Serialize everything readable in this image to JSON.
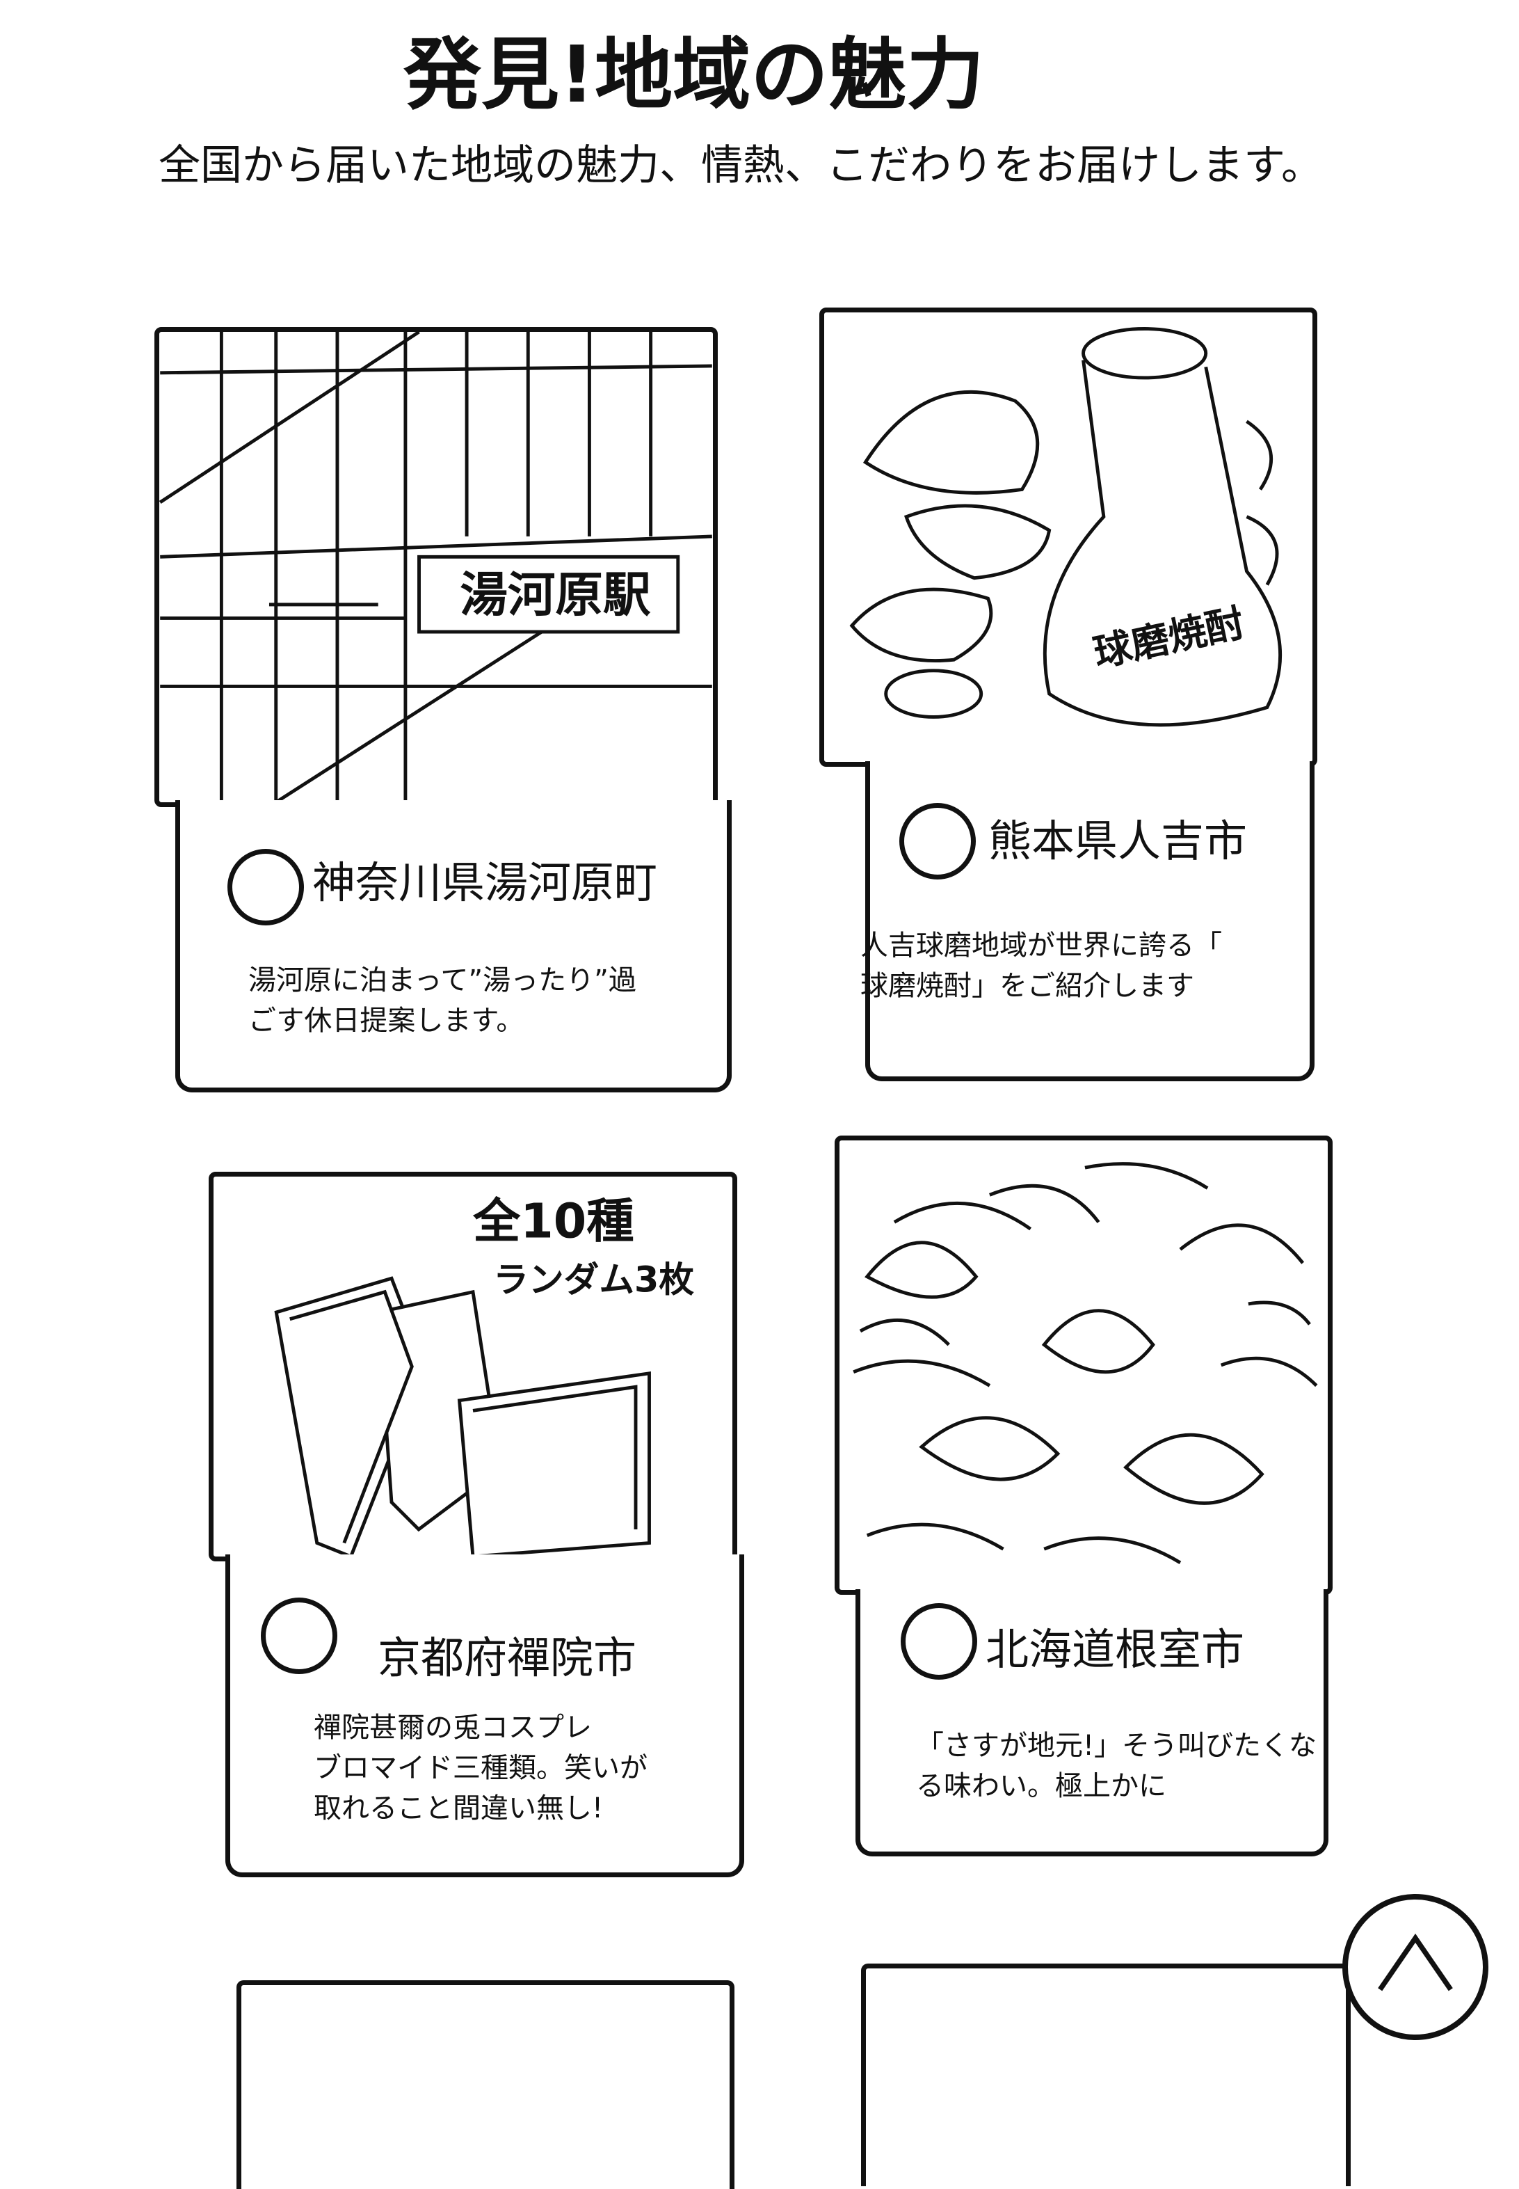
{
  "header": {
    "title": "発見!地域の魅力",
    "subtitle": "全国から届いた地域の魅力、情熱、こだわりをお届けします。"
  },
  "cards": [
    {
      "place": "神奈川県湯河原町",
      "description_lines": [
        "湯河原に泊まって”湯ったり”過",
        "ごす休日提案します。"
      ],
      "image_label": "湯河原駅"
    },
    {
      "place": "熊本県人吉市",
      "description_lines": [
        "人吉球磨地域が世界に誇る「",
        "球磨焼酎」をご紹介します"
      ],
      "image_label": "球磨焼酎"
    },
    {
      "place": "京都府禪院市",
      "description_lines": [
        "禪院甚爾の兎コスプレ",
        "ブロマイド三種類。笑いが",
        "取れること間違い無し!"
      ],
      "image_label_1": "全10種",
      "image_label_2": "ランダム3枚"
    },
    {
      "place": "北海道根室市",
      "description_lines": [
        "「さすが地元!」そう叫びたくな",
        "る味わい。極上かに"
      ]
    }
  ],
  "icons": {
    "back_to_top": "chevron-up-icon",
    "card_marker": "circle-marker-icon"
  }
}
